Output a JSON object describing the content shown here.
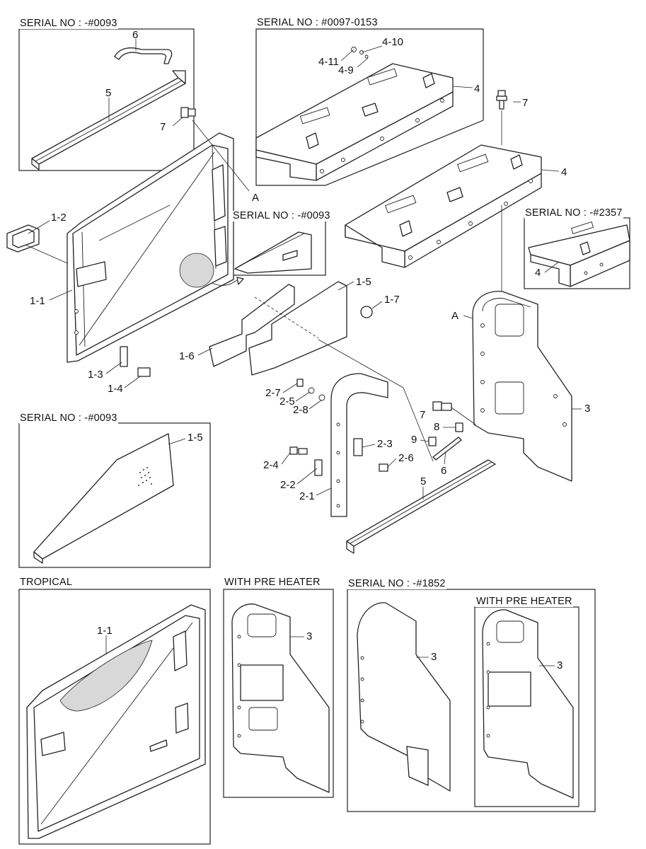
{
  "titles": {
    "serial_0093_top": "SERIAL NO : -#0093",
    "serial_0097_0153": "SERIAL NO : #0097-0153",
    "serial_0093_inset": "SERIAL NO : -#0093",
    "serial_2357": "SERIAL NO : -#2357",
    "serial_0093_panel": "SERIAL NO : -#0093",
    "tropical": "TROPICAL",
    "with_pre_heater_1": "WITH PRE HEATER",
    "serial_1852": "SERIAL NO : -#1852",
    "with_pre_heater_2": "WITH PRE HEATER"
  },
  "callouts": {
    "c6_top": "6",
    "c5_top": "5",
    "c4_11": "4-11",
    "c4_10": "4-10",
    "c4_9": "4-9",
    "c4_upper": "4",
    "c7_left": "7",
    "c7_right": "7",
    "c4_lower": "4",
    "cA_upper": "A",
    "c1_2": "1-2",
    "c4_inset": "4",
    "c1_1": "1-1",
    "c1_5": "1-5",
    "c1_7": "1-7",
    "cA_lower": "A",
    "c1_6": "1-6",
    "c1_3": "1-3",
    "c1_4": "1-4",
    "c3_main": "3",
    "c2_7": "2-7",
    "c2_5": "2-5",
    "c2_8": "2-8",
    "c7_mid": "7",
    "c8": "8",
    "c9": "9",
    "c1_5_panel": "1-5",
    "c2_3": "2-3",
    "c2_4": "2-4",
    "c2_6": "2-6",
    "c6_mid": "6",
    "c2_2": "2-2",
    "c2_1": "2-1",
    "c5_mid": "5",
    "c1_1_trop": "1-1",
    "c3_ph1": "3",
    "c3_1852": "3",
    "c3_ph2": "3"
  }
}
